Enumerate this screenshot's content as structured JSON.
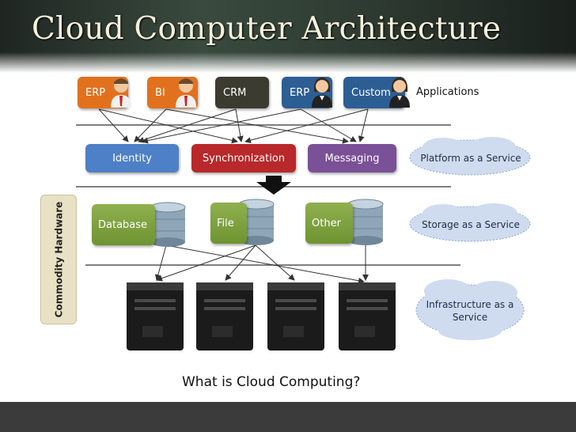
{
  "title": "Cloud Computer Architecture",
  "applications_label": "Applications",
  "apps": [
    {
      "label": "ERP",
      "color": "#e2711e",
      "person": true,
      "gender": "male"
    },
    {
      "label": "BI",
      "color": "#e2711e",
      "person": true,
      "gender": "male"
    },
    {
      "label": "CRM",
      "color": "#3b3b30",
      "person": false
    },
    {
      "label": "ERP",
      "color": "#2c5e94",
      "person": true,
      "gender": "female"
    },
    {
      "label": "Custom",
      "color": "#2c5e94",
      "person": true,
      "gender": "female"
    }
  ],
  "services": [
    {
      "label": "Identity",
      "color": "#4d80c6"
    },
    {
      "label": "Synchronization",
      "color": "#b9282a"
    },
    {
      "label": "Messaging",
      "color": "#7a5097"
    }
  ],
  "storage": [
    {
      "label": "Database"
    },
    {
      "label": "File"
    },
    {
      "label": "Other"
    }
  ],
  "clouds": {
    "platform": "Platform as a Service",
    "storage": "Storage as a Service",
    "infrastructure_line1": "Infrastructure as a",
    "infrastructure_line2": "Service"
  },
  "commodity_hardware": "Commodity Hardware",
  "caption": "What is Cloud Computing?"
}
